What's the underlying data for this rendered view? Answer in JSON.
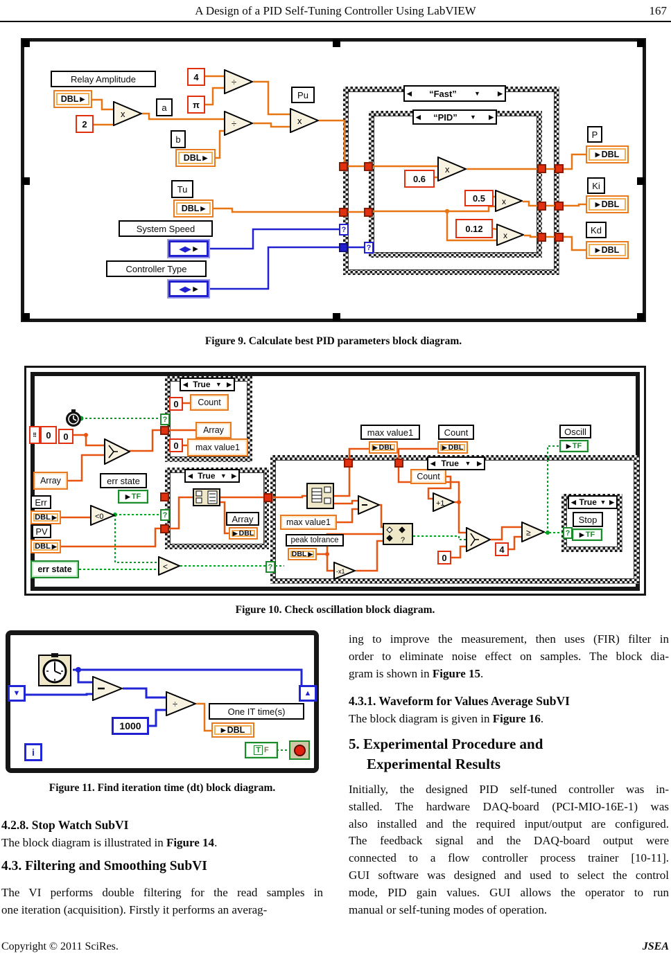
{
  "header": {
    "title": "A Design of a PID Self-Tuning Controller Using LabVIEW",
    "page_number": "167"
  },
  "colors": {
    "wire_orange": "#e87512",
    "wire_blue": "#2020d0",
    "wire_green": "#00a020",
    "tunnel_red": "#e03010"
  },
  "fig9": {
    "caption": "Figure 9. Calculate best PID parameters block diagram.",
    "labels": {
      "relay_amplitude": "Relay Amplitude",
      "dbl": "DBL",
      "two": "2",
      "four": "4",
      "pi": "π",
      "a": "a",
      "b": "b",
      "pu": "Pu",
      "tu": "Tu",
      "system_speed": "System Speed",
      "controller_type": "Controller Type",
      "case_fast": "“Fast”",
      "case_pid": "“PID”",
      "k06": "0.6",
      "k05": "0.5",
      "k012": "0.12",
      "p": "P",
      "ki": "Ki",
      "kd": "Kd",
      "mul": "x",
      "div": "÷",
      "qmark": "?"
    }
  },
  "fig10": {
    "caption": "Figure 10. Check oscillation block diagram.",
    "labels": {
      "true": "True",
      "count": "Count",
      "array": "Array",
      "max_value1": "max value1",
      "zero": "0",
      "four": "4",
      "err": "Err",
      "pv": "PV",
      "err_state": "err state",
      "peak_tolerance": "peak tolrance",
      "oscill": "Oscill",
      "stop": "Stop",
      "dbl": "DBL",
      "tf": "TF",
      "lt0": "<0",
      "plus1": "+1",
      "lt": "<",
      "gte": "≥",
      "neg": "-x1",
      "qmark": "?"
    }
  },
  "fig11": {
    "caption": "Figure 11. Find iteration time (dt) block diagram.",
    "labels": {
      "k1000": "1000",
      "one_it_time": "One IT time(s)",
      "dbl": "DBL",
      "i": "i",
      "div": "÷",
      "t": "T",
      "f": "F"
    }
  },
  "sections": {
    "s428": {
      "heading": "4.2.8. Stop Watch SubVI",
      "body_pre": "The block diagram is illustrated in ",
      "body_ref": "Figure 14",
      "body_post": "."
    },
    "s43": {
      "heading": "4.3. Filtering and Smoothing SubVI",
      "lines": [
        "The VI performs double filtering for the read samples in",
        "one iteration (acquisition). Firstly it performs an averag-"
      ]
    },
    "right_p1": {
      "lines": [
        "ing to improve the measurement, then uses (FIR) filter in",
        "order to eliminate noise effect on samples. The block dia-"
      ],
      "last_pre": "gram is shown in ",
      "last_ref": "Figure 15",
      "last_post": "."
    },
    "s431": {
      "heading": "4.3.1. Waveform for Values Average SubVI",
      "body_pre": "The block diagram is given in ",
      "body_ref": "Figure 16",
      "body_post": "."
    },
    "s5": {
      "heading_line1": "5. Experimental Procedure and",
      "heading_line2": "Experimental Results"
    },
    "p2": {
      "lines": [
        "Initially, the designed PID self-tuned controller was in-",
        "stalled. The hardware DAQ-board (PCI-MIO-16E-1) was",
        "also installed and the required input/output are configured.",
        "The feedback signal and the DAQ-board output were",
        "connected to a flow controller process trainer [10-11].",
        "GUI software was designed and used to select the control",
        "mode, PID gain values. GUI allows the operator to run",
        "manual or self-tuning modes of operation."
      ]
    }
  },
  "footer": {
    "copyright": "Copyright © 2011 SciRes.",
    "journal": "JSEA"
  }
}
